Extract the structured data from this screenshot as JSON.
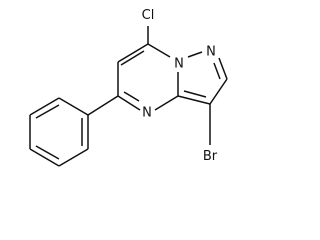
{
  "molecule": {
    "atoms": {
      "cl": "Cl",
      "n_bridge": "N",
      "n_pyrazole": "N",
      "n_pyrimidine": "N",
      "br": "Br"
    },
    "colors": {
      "bond": "#111111",
      "label": "#111111",
      "background": "#ffffff"
    }
  }
}
